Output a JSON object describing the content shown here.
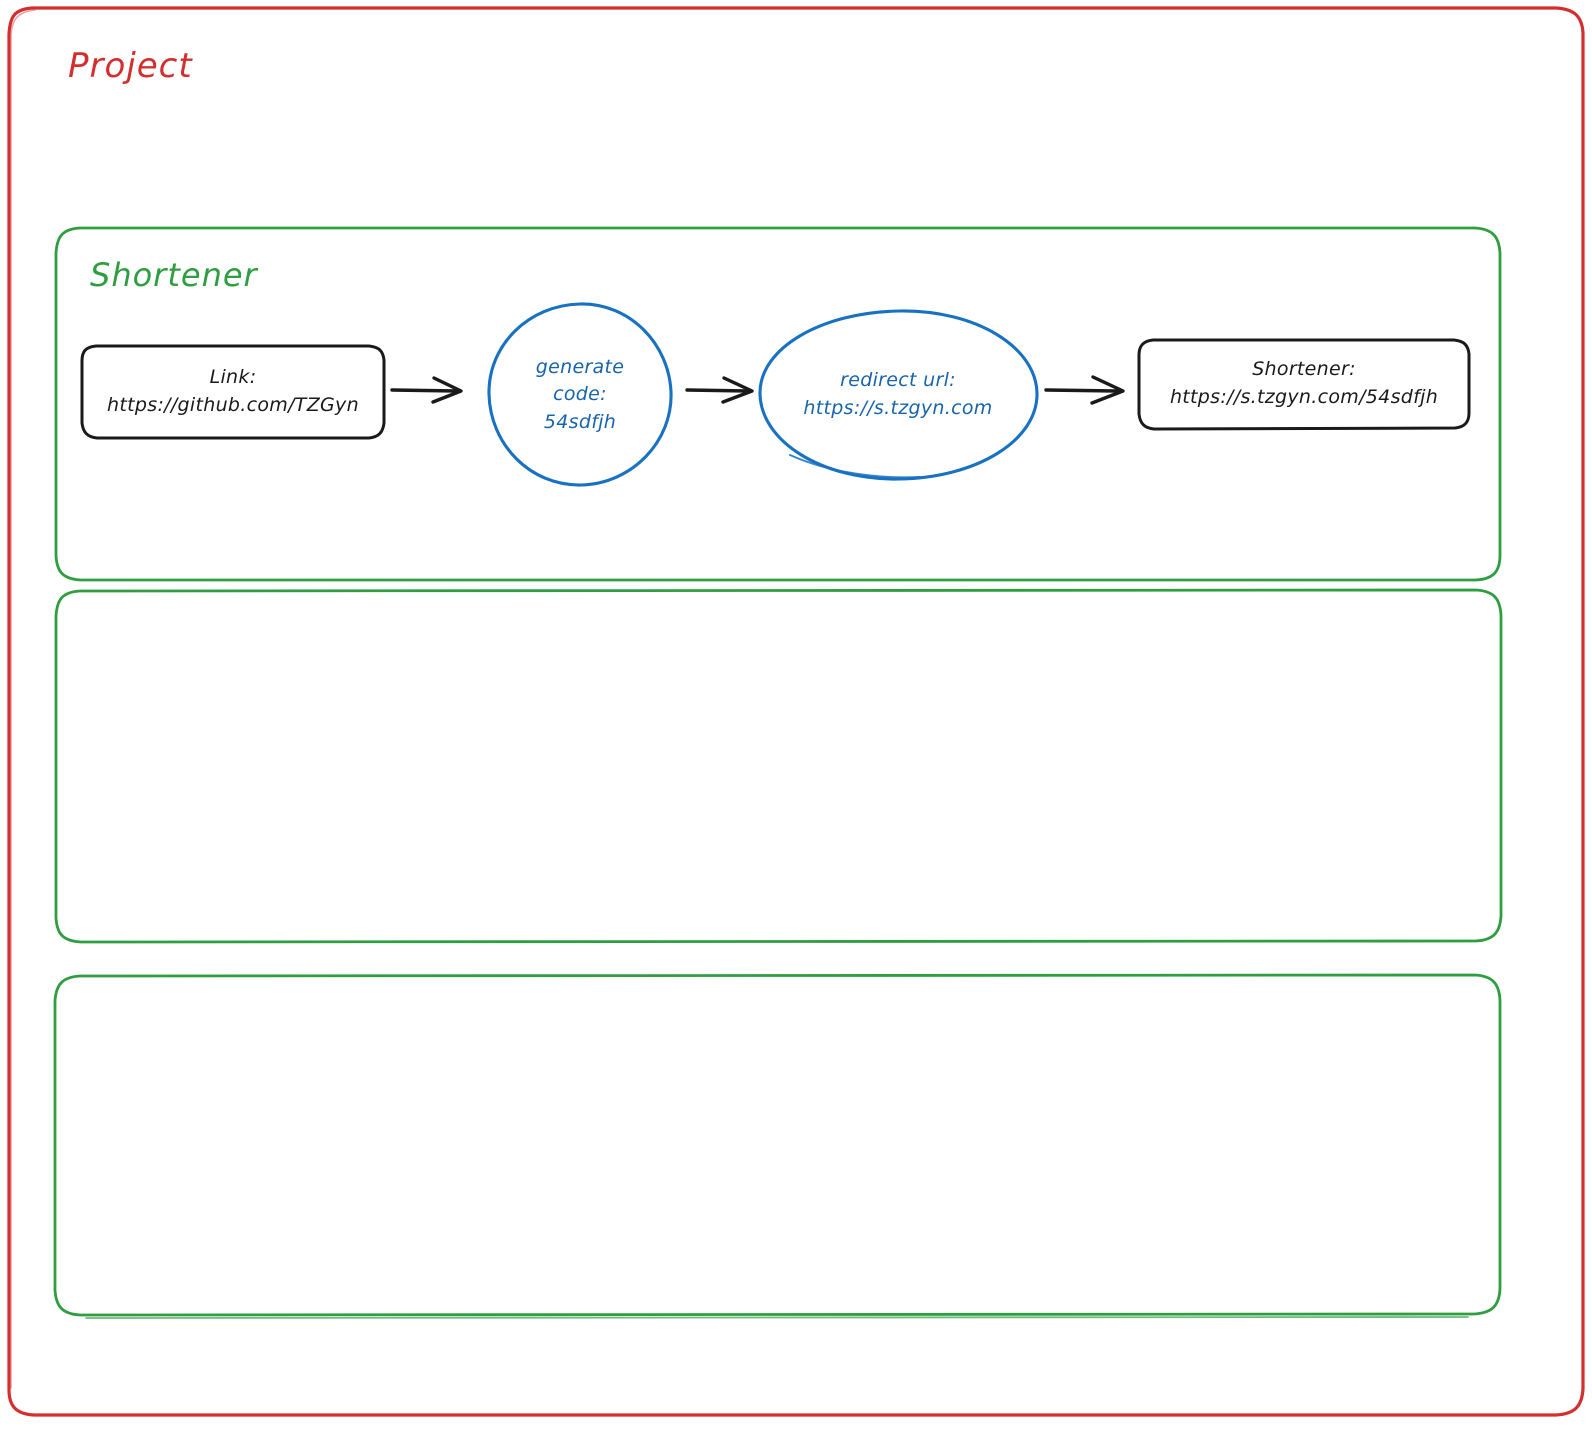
{
  "diagram": {
    "title": "Project",
    "title_color": "#d32f2f",
    "group_color": "#2f9e41",
    "node_blue": "#1971c2",
    "node_black": "#1a1a1a",
    "background": "#ffffff"
  },
  "groups": [
    {
      "id": "shortener",
      "label": "Shortener",
      "nodes": [
        {
          "id": "link-node",
          "shape": "rounded-rect",
          "color": "#1a1a1a",
          "lines": [
            "Link:",
            "https://github.com/TZGyn"
          ]
        },
        {
          "id": "generate-code-node",
          "shape": "circle",
          "color": "#1971c2",
          "lines": [
            "generate",
            "code:",
            "54sdfjh"
          ]
        },
        {
          "id": "redirect-url-node",
          "shape": "ellipse",
          "color": "#1971c2",
          "lines": [
            "redirect url:",
            "https://s.tzgyn.com"
          ]
        },
        {
          "id": "shortener-node",
          "shape": "rounded-rect",
          "color": "#1a1a1a",
          "lines": [
            "Shortener:",
            "https://s.tzgyn.com/54sdfjh"
          ]
        }
      ],
      "arrows": [
        {
          "id": "arrow-link-to-generate",
          "from": "link-node",
          "to": "generate-code-node"
        },
        {
          "id": "arrow-generate-to-redirect",
          "from": "generate-code-node",
          "to": "redirect-url-node"
        },
        {
          "id": "arrow-redirect-to-shortener",
          "from": "redirect-url-node",
          "to": "shortener-node"
        }
      ]
    },
    {
      "id": "empty-group-2",
      "label": "",
      "nodes": [],
      "arrows": []
    },
    {
      "id": "empty-group-3",
      "label": "",
      "nodes": [],
      "arrows": []
    }
  ]
}
